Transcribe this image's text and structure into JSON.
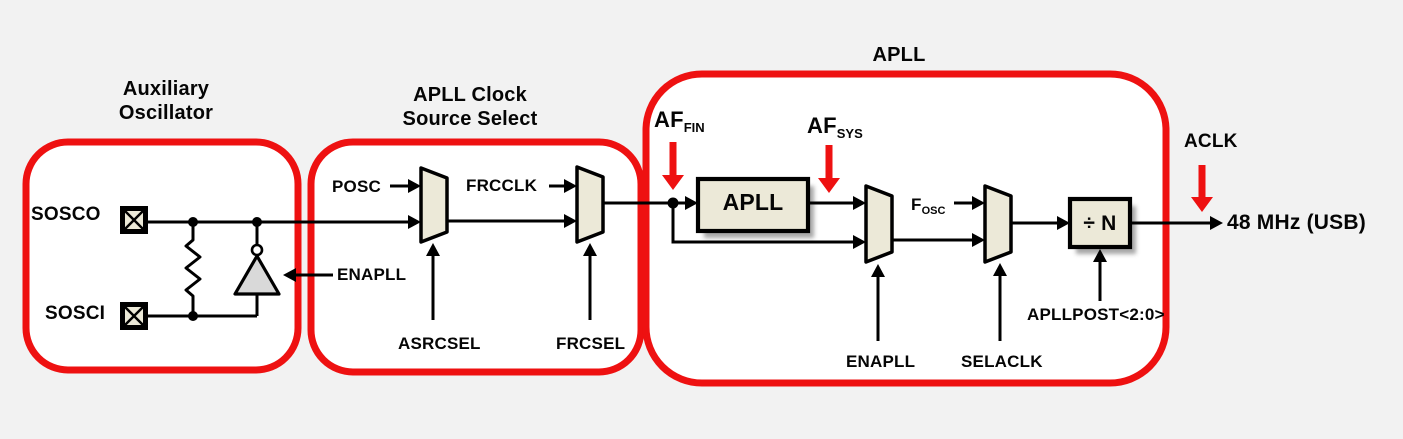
{
  "figure": {
    "description": "APLL clock generation block diagram",
    "background": "#F2F2F2",
    "colors": {
      "outline_red": "#EE1111",
      "box_fill": "#FFFFFF",
      "block_fill": "#ECE9D8",
      "inverter_fill": "#D9D9D9",
      "wire_black": "#000000",
      "shadow_gray": "#909090"
    }
  },
  "sections": {
    "aux_oscillator": {
      "title_line1": "Auxiliary",
      "title_line2": "Oscillator"
    },
    "clock_source_select": {
      "title_line1": "APLL Clock",
      "title_line2": "Source Select"
    },
    "apll": {
      "title": "APLL"
    }
  },
  "signals": {
    "sosco": "SOSCO",
    "sosci": "SOSCI",
    "enapll_inverter": "ENAPLL",
    "posc": "POSC",
    "frcclk": "FRCCLK",
    "asrcsel": "ASRCSEL",
    "frcsel": "FRCSEL",
    "af_fin": {
      "base": "AF",
      "sub": "FIN"
    },
    "af_sys": {
      "base": "AF",
      "sub": "SYS"
    },
    "f_osc": {
      "base": "F",
      "sub": "OSC"
    },
    "enapll_mux": "ENAPLL",
    "selaclk": "SELACLK",
    "apllpost": "APLLPOST<2:0>",
    "aclk": "ACLK"
  },
  "blocks": {
    "apll": "APLL",
    "divider": "÷ N"
  },
  "output": {
    "frequency": "48 MHz (USB)"
  }
}
